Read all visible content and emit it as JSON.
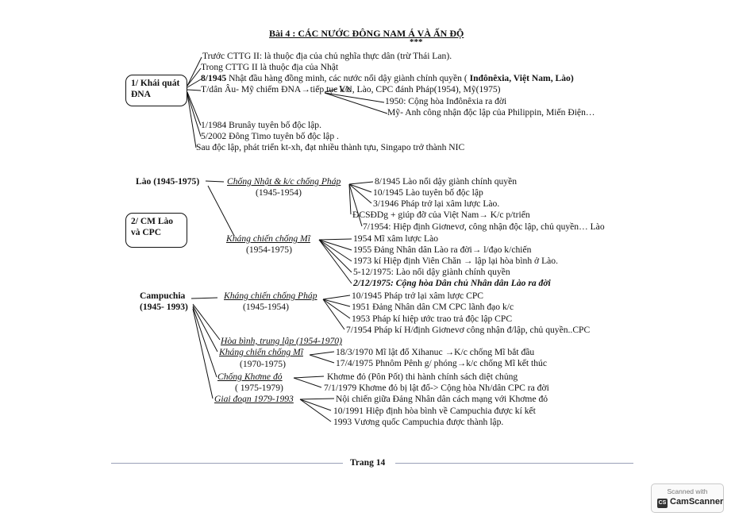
{
  "title": "Bài 4 : CÁC NƯỚC ĐÔNG NAM Á VÀ ẤN  ĐỘ",
  "stars": "***",
  "sec1": {
    "box": "1/ Khái quát ĐNA",
    "lines": [
      "Trước CTTG II: là thuộc địa của chủ nghĩa thực dân (trừ Thái Lan).",
      "Trong CTTG II là thuộc địa của Nhật",
      "Nhật đầu hàng đồng minh, các nước nổi dậy giành chính quyền ( ",
      "T/dân Âu- Mỹ chiếm ĐNA→tiếp tục k/c",
      "1/1984 Brunây tuyên bố độc lập.",
      "5/2002 Đông Timo tuyên bố độc lập .",
      "Sau độc lập, phát triển kt-xh, đạt nhiều thành tựu, Singapo trở thành NIC"
    ],
    "date_1945": "8/1945 ",
    "countries_bold": "Inđônêxia, Việt Nam, Lào)",
    "sub": [
      "VN, Lào, CPC đánh Pháp(1954), Mỹ(1975)",
      "1950: Cộng hòa Inđônêxia ra đời",
      "Mỹ- Anh công nhận độc lập của Philippin, Miến Điện…"
    ]
  },
  "sec2": {
    "box": "2/ CM Lào và CPC",
    "lao": {
      "label": "Lào (1945-1975)",
      "phase1": {
        "name": "Chống Nhật & k/c chống Pháp",
        "years": "(1945-1954)"
      },
      "phase1_items": [
        "8/1945 Lào nổi dậy giành chính quyền",
        "10/1945 Lào tuyên bố độc lập",
        "3/1946 Pháp trở lại xâm lược Lào.",
        "ĐCSĐDg + giúp đỡ của Việt Nam→ K/c p/triển",
        "7/1954: Hiệp định Giơnevơ, công nhận độc lập, chủ quyền… Lào"
      ],
      "phase2": {
        "name": "Kháng chiến chống Mĩ",
        "years": "(1954-1975)"
      },
      "phase2_items": [
        "1954 Mĩ xâm lược Lào",
        "1955 Đảng Nhân dân Lào ra đời→ l/đạo k/chiến",
        "1973 kí Hiệp định Viên Chăn → lập lại hòa bình ở Lào.",
        "5-12/1975: Lào nổi dậy giành chính quyền",
        "2/12/1975: Cộng hòa Dân chủ Nhân dân Lào ra đời"
      ]
    },
    "cpc": {
      "label": "Campuchia",
      "years": "(1945- 1993)",
      "phase1": {
        "name": "Kháng chiến chống Pháp",
        "years": "(1945-1954)"
      },
      "phase1_items": [
        "10/1945 Pháp trở lại xâm lược CPC",
        "1951 Đảng Nhân dân CM CPC lãnh đạo k/c",
        "1953 Pháp kí hiệp ước trao trả độc lập CPC",
        "7/1954 Pháp kí H/định Giơnevơ công nhận đ/lập, chủ quyền..CPC"
      ],
      "phase2": {
        "name": "Hòa bình, trung lập (1954-1970)"
      },
      "phase3": {
        "name": "Kháng chiến chống Mĩ",
        "years": "(1970-1975)"
      },
      "phase3_items": [
        "18/3/1970 Mĩ lật đổ Xihanuc →K/c chống Mĩ bắt đầu",
        "17/4/1975 Phnôm Pênh g/ phóng→k/c chống Mĩ kết thúc"
      ],
      "phase4": {
        "name": "Chống Khơme đỏ",
        "years": "( 1975-1979)"
      },
      "phase4_items": [
        "Khơme đỏ (Pôn Pốt) thi hành chính sách diệt chủng",
        "7/1/1979 Khơme đỏ bị lật đổ-> Cộng hòa Nh/dân CPC ra đời"
      ],
      "phase5": {
        "name": "Giai đoạn 1979-1993"
      },
      "phase5_items": [
        "Nội chiến giữa Đảng Nhân dân cách mạng với Khơme đỏ",
        "10/1991 Hiệp định hòa bình về Campuchia được kí kết",
        "1993 Vương quốc Campuchia được thành lập."
      ]
    }
  },
  "footer": {
    "page": "Trang 14"
  },
  "watermark": {
    "top": "Scanned with",
    "logo": "CS",
    "name": "CamScanner"
  }
}
